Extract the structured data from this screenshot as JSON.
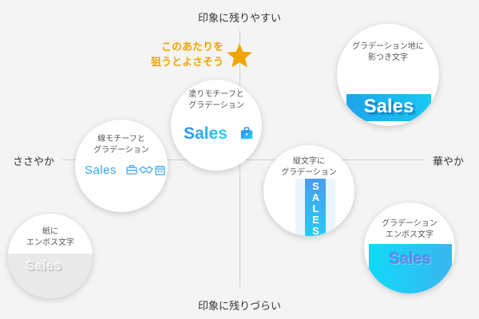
{
  "axes": {
    "top": "印象に残りやすい",
    "bottom": "印象に残りづらい",
    "left": "ささやか",
    "right": "華やか"
  },
  "target": {
    "line1": "このあたりを",
    "line2": "狙うとよさそう",
    "icon": "star-icon",
    "color": "#f0a500"
  },
  "cards": {
    "shadow": {
      "caption1": "グラデーション地に",
      "caption2": "影つき文字",
      "sample": "Sales"
    },
    "fill": {
      "caption1": "塗りモチーフと",
      "caption2": "グラデーション",
      "sample": "Sales",
      "icon": "briefcase-icon"
    },
    "line": {
      "caption1": "線モチーフと",
      "caption2": "グラデーション",
      "sample": "Sales",
      "icons": [
        "briefcase-icon",
        "handshake-icon",
        "calendar-icon"
      ]
    },
    "vertical": {
      "caption1": "縦文字に",
      "caption2": "グラデーション",
      "sample": "SALES"
    },
    "gradient_emboss": {
      "caption1": "グラデーション",
      "caption2": "エンボス文字",
      "sample": "Sales"
    },
    "paper_emboss": {
      "caption1": "紙に",
      "caption2": "エンボス文字",
      "sample": "Sales"
    }
  },
  "colors": {
    "accent_blue": "#1ea4ec",
    "accent_cyan": "#19c9f3",
    "background": "#f4f4f4"
  }
}
